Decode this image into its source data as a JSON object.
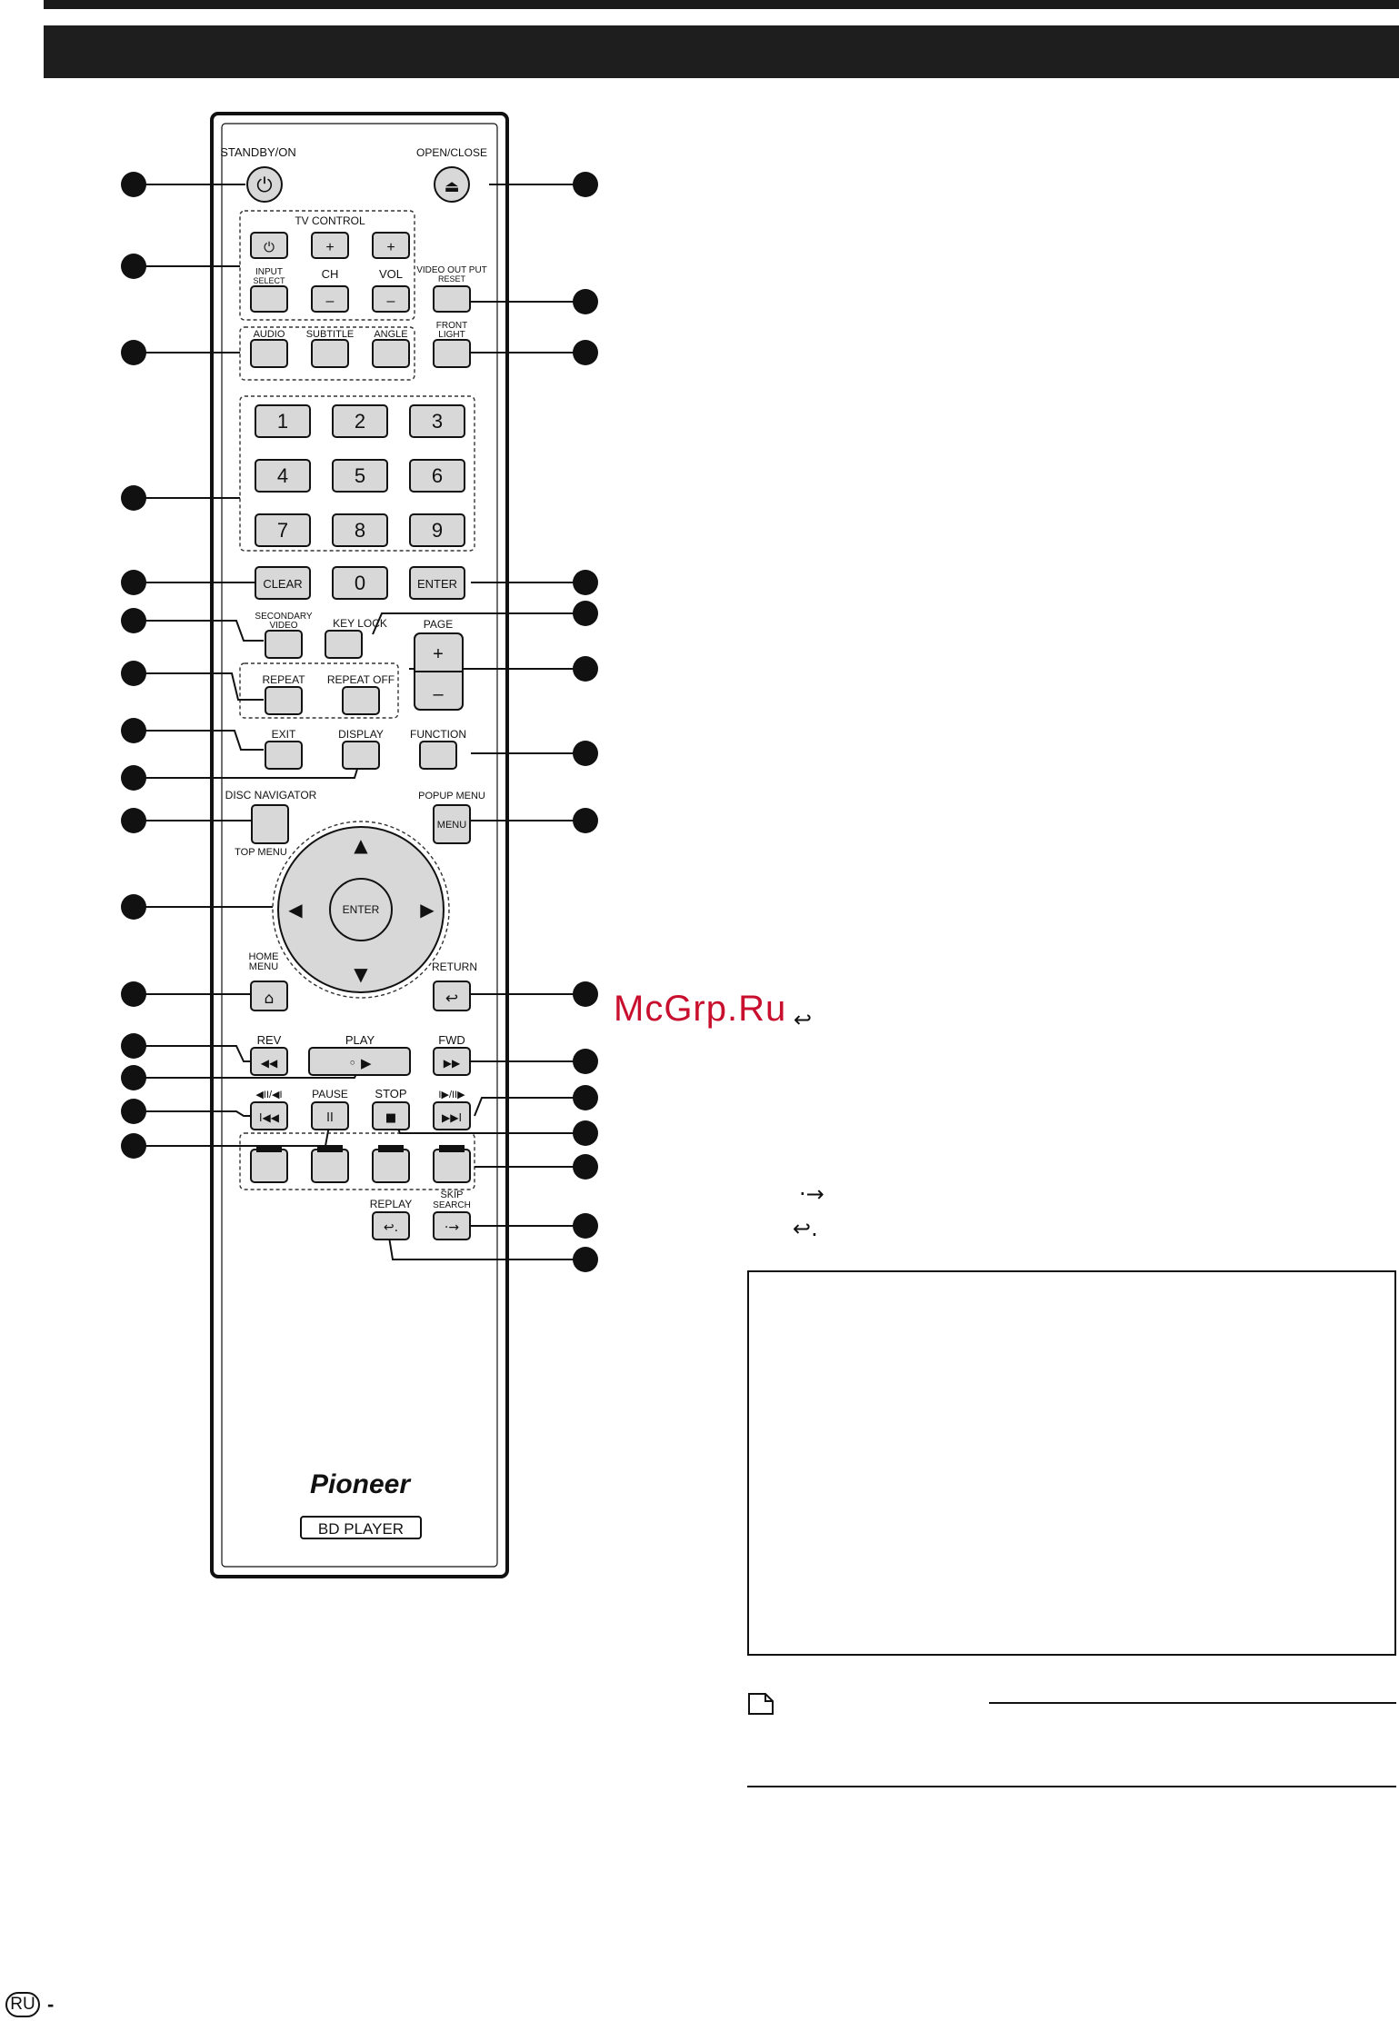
{
  "remote": {
    "labels": {
      "standby_on": "STANDBY/ON",
      "open_close": "OPEN/CLOSE",
      "tv_control": "TV CONTROL",
      "input_select": "INPUT",
      "input_select2": "SELECT",
      "ch": "CH",
      "vol": "VOL",
      "video_output_reset": "VIDEO OUT PUT",
      "video_output_reset2": "RESET",
      "audio": "AUDIO",
      "subtitle": "SUBTITLE",
      "angle": "ANGLE",
      "front_light": "FRONT",
      "front_light2": "LIGHT",
      "secondary_video": "SECONDARY",
      "secondary_video2": "VIDEO",
      "key_lock": "KEY LOCK",
      "page": "PAGE",
      "repeat": "REPEAT",
      "repeat_off": "REPEAT OFF",
      "exit": "EXIT",
      "display": "DISPLAY",
      "function": "FUNCTION",
      "disc_navigator": "DISC NAVIGATOR",
      "top_menu": "TOP MENU",
      "popup_menu": "POPUP MENU",
      "home_menu": "HOME",
      "home_menu2": "MENU",
      "return": "RETURN",
      "rev": "REV",
      "play": "PLAY",
      "fwd": "FWD",
      "step_back": "◀II/◀I",
      "pause": "PAUSE",
      "stop": "STOP",
      "step_fwd": "I▶/II▶",
      "replay": "REPLAY",
      "skip_search": "SKIP",
      "skip_search2": "SEARCH"
    },
    "buttons": {
      "clear": "CLEAR",
      "enter": "ENTER",
      "enter_center": "ENTER",
      "menu": "MENU",
      "plus": "+",
      "minus": "–",
      "digits": [
        "1",
        "2",
        "3",
        "4",
        "5",
        "6",
        "7",
        "8",
        "9",
        "0"
      ]
    },
    "brand": "Pioneer",
    "model": "BD PLAYER"
  },
  "watermark": "McGrp.Ru",
  "footer": {
    "lang_badge": "RU",
    "dash": "-"
  },
  "colors": {
    "header": "#1e1e1e",
    "button_fill": "#d8d8d8",
    "callout": "#111111",
    "watermark": "#c8102e"
  }
}
